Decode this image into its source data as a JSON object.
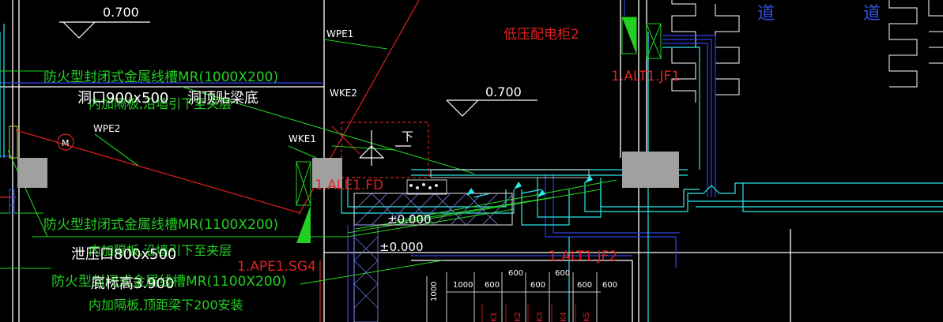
{
  "elevations": {
    "top_left": "0.700",
    "mid": "0.700",
    "zero_a": "±0.000",
    "zero_b": "±0.000"
  },
  "cable_labels": {
    "wpe1": "WPE1",
    "wpe2": "WPE2",
    "wke1": "WKE1",
    "wke2": "WKE2"
  },
  "annotations": {
    "tray1_line1": "防火型封闭式金属线槽MR(1000X200)",
    "tray1_line2": "内加隔板,沿墙引下至夹层",
    "hole1": "洞口900x500",
    "hole1_note": "洞顶贴梁底",
    "tray2_line1": "防火型封闭式金属线槽MR(1100X200)",
    "tray2_line2": "内加隔板,沿墙引下至夹层",
    "vent": "泄压口800x500",
    "tray3_line1": "防火型封闭式金属线槽MR(1100X200)",
    "tray3_line2": "内加隔板,顶距梁下200安装",
    "bottom_elev": "底标高3.900"
  },
  "equipment": {
    "lv_cabinet": "低压配电柜2",
    "jf1": "1.ALT1.JF1",
    "jf2": "1.ALT1.JF2",
    "ale1": "1.ALE1.FD",
    "ape1": "1.APE1.SG4",
    "motor": "M",
    "down_mark": "下"
  },
  "corridor": {
    "char1": "道",
    "char2": "道"
  },
  "dimensions": {
    "top": [
      "600",
      "600"
    ],
    "row": [
      "1000",
      "600",
      "600",
      "600",
      "600"
    ],
    "vertical": "1000"
  },
  "cabinet_tags": [
    "K1",
    "K2",
    "K3",
    "K4",
    "K5"
  ],
  "colors": {
    "background": "#000000",
    "wall": "#ffffff",
    "tray": "#22d022",
    "cable": "#e02020",
    "duct": "#2e44e8",
    "cyan": "#28e8e8",
    "grey_block": "#a0a0a0"
  }
}
